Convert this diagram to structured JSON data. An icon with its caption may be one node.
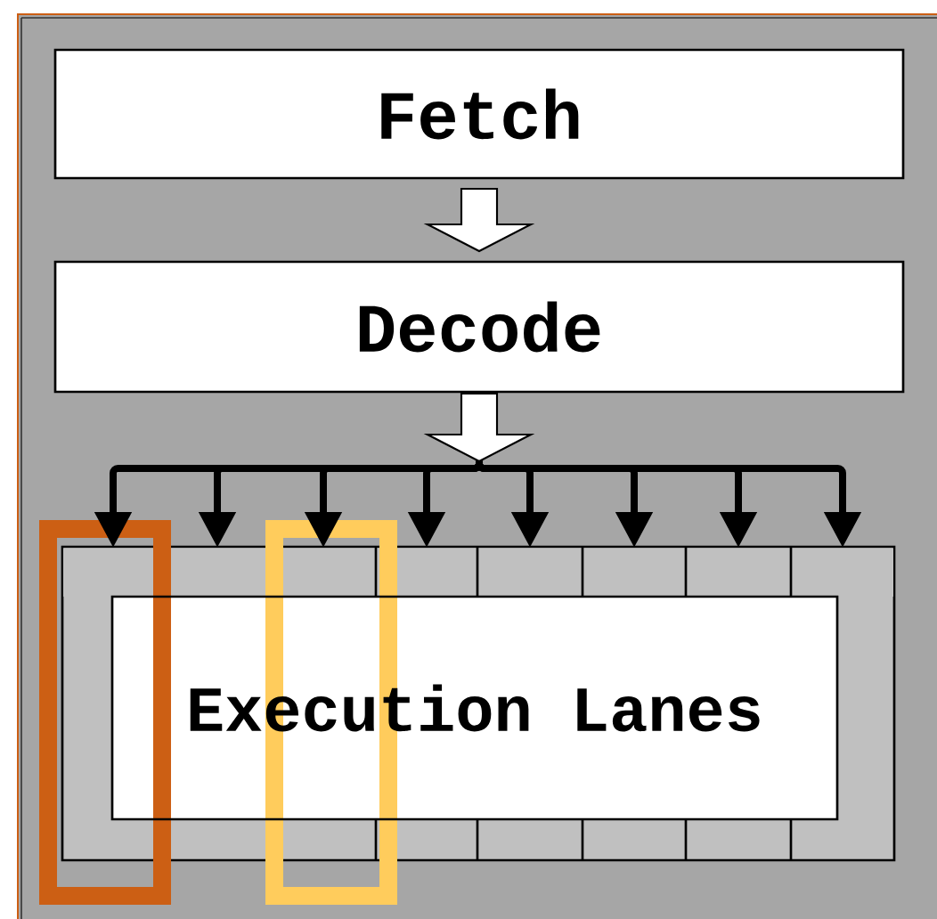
{
  "diagram": {
    "nodes": [
      {
        "text": [
          "Fetch"
        ]
      },
      {
        "text": [
          "Decode"
        ]
      },
      {
        "text": [
          "Execution Lanes"
        ]
      },
      {
        "text": [],
        "shape": "box"
      },
      {
        "text": [],
        "shape": "box"
      },
      {
        "text": [],
        "shape": "box"
      },
      {
        "text": [],
        "shape": "box"
      },
      {
        "text": [],
        "shape": "box"
      },
      {
        "text": [],
        "shape": "box"
      },
      {
        "text": [],
        "shape": "box"
      },
      {
        "text": [],
        "shape": "box"
      }
    ],
    "edges": [
      {
        "from": 0,
        "to": 1,
        "arrow": "to"
      },
      {
        "from": 1,
        "to": 3,
        "arrow": "to"
      },
      {
        "from": 1,
        "to": 4,
        "arrow": "to"
      },
      {
        "from": 1,
        "to": 5,
        "arrow": "to"
      },
      {
        "from": 1,
        "to": 6,
        "arrow": "to"
      },
      {
        "from": 1,
        "to": 7,
        "arrow": "to"
      },
      {
        "from": 1,
        "to": 8,
        "arrow": "to"
      },
      {
        "from": 1,
        "to": 9,
        "arrow": "to"
      },
      {
        "from": 1,
        "to": 10,
        "arrow": "to"
      }
    ]
  }
}
